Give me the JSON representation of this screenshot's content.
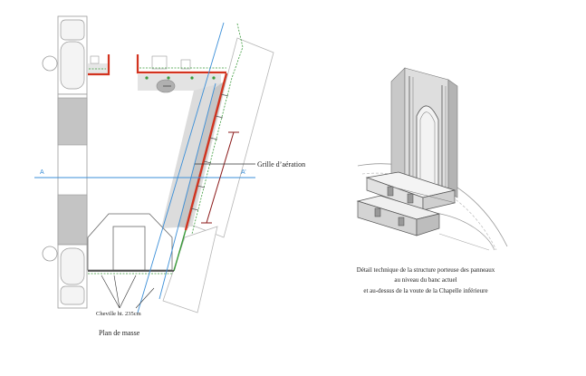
{
  "plan": {
    "section_left": "A",
    "section_right": "A’",
    "grille_label": "Grille d’aération",
    "cheville_label": "Cheville ht. 235cm",
    "title": "Plan de masse"
  },
  "detail": {
    "caption_lines": [
      "Détail technique de la structure porteuse des panneaux",
      "au niveau du banc actuel",
      "et au-dessus de la voute de la Chapelle inférieure"
    ]
  },
  "colors": {
    "wall_line": "#d2331f",
    "section_line": "#3b8fd8",
    "finish_line": "#3a9a3a",
    "dimension_line": "#8b1a1a"
  }
}
